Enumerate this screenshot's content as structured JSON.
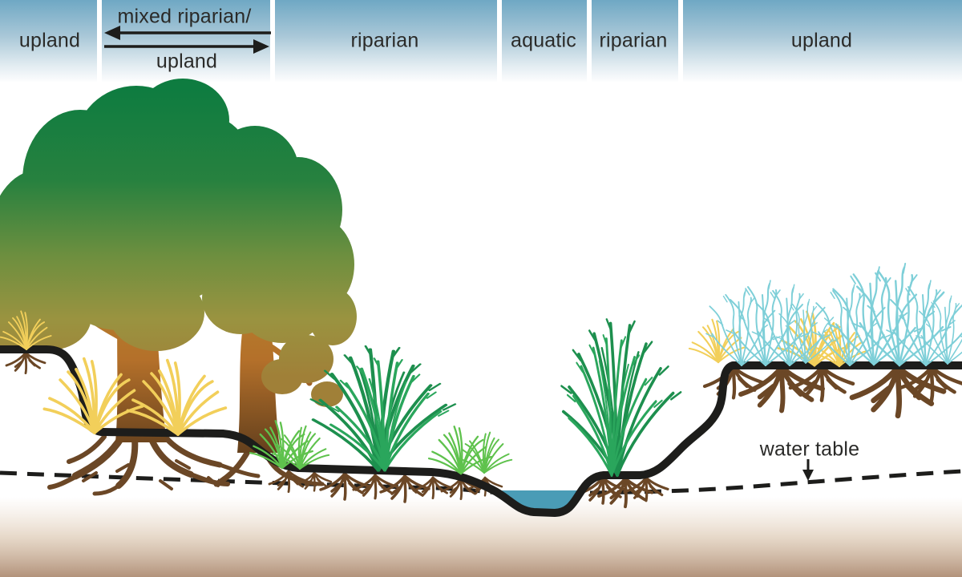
{
  "diagram": {
    "zones": [
      {
        "id": "upland-left",
        "label": "upland"
      },
      {
        "id": "mixed-riparian-upland",
        "label_line1": "mixed riparian/",
        "label_line2": "upland"
      },
      {
        "id": "riparian-left",
        "label": "riparian"
      },
      {
        "id": "aquatic",
        "label": "aquatic"
      },
      {
        "id": "riparian-right",
        "label": "riparian"
      },
      {
        "id": "upland-right",
        "label": "upland"
      }
    ],
    "annotations": {
      "water_table_label": "water table"
    },
    "colors": {
      "sky_top": "#6fa8c4",
      "soil_bottom": "#b2927a",
      "water": "#4a9cb6",
      "canopy_green_top": "#0e7c40",
      "canopy_olive_bottom": "#a08038",
      "trunk_orange": "#b4702a",
      "root_brown": "#6b4726",
      "grass_yellow": "#f2cf5a",
      "grass_light_green": "#5fc24d",
      "shrub_green": "#1d8f4e",
      "shrub_cyan": "#7ecfd8",
      "line_black": "#1d1d1b"
    }
  }
}
